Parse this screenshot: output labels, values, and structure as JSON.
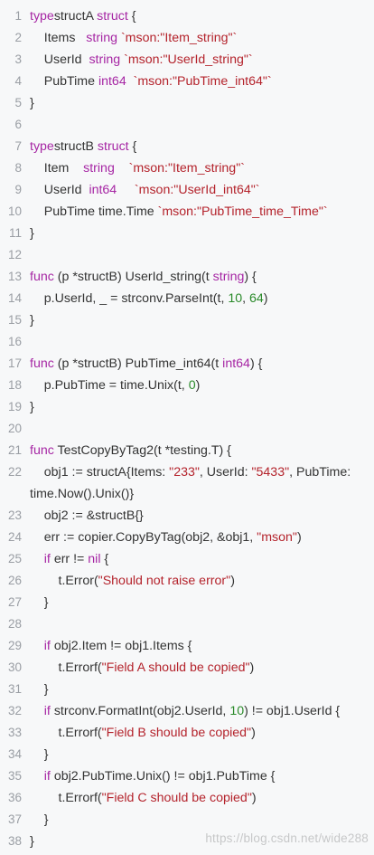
{
  "lines": [
    {
      "n": "1",
      "parts": [
        [
          "kw",
          "type"
        ],
        [
          "",
          "structA "
        ],
        [
          "kw",
          "struct"
        ],
        [
          "",
          " {"
        ]
      ]
    },
    {
      "n": "2",
      "parts": [
        [
          "",
          "    Items   "
        ],
        [
          "kw",
          "string"
        ],
        [
          "",
          " "
        ],
        [
          "str",
          "`mson:\"Item_string\"`"
        ]
      ]
    },
    {
      "n": "3",
      "parts": [
        [
          "",
          "    UserId  "
        ],
        [
          "kw",
          "string"
        ],
        [
          "",
          " "
        ],
        [
          "str",
          "`mson:\"UserId_string\"`"
        ]
      ]
    },
    {
      "n": "4",
      "parts": [
        [
          "",
          "    PubTime "
        ],
        [
          "kw",
          "int64"
        ],
        [
          "",
          "  "
        ],
        [
          "str",
          "`mson:\"PubTime_int64\"`"
        ]
      ]
    },
    {
      "n": "5",
      "parts": [
        [
          "",
          "}"
        ]
      ]
    },
    {
      "n": "6",
      "parts": []
    },
    {
      "n": "7",
      "parts": [
        [
          "kw",
          "type"
        ],
        [
          "",
          "structB "
        ],
        [
          "kw",
          "struct"
        ],
        [
          "",
          " {"
        ]
      ]
    },
    {
      "n": "8",
      "parts": [
        [
          "",
          "    Item    "
        ],
        [
          "kw",
          "string"
        ],
        [
          "",
          "    "
        ],
        [
          "str",
          "`mson:\"Item_string\"`"
        ]
      ]
    },
    {
      "n": "9",
      "parts": [
        [
          "",
          "    UserId  "
        ],
        [
          "kw",
          "int64"
        ],
        [
          "",
          "     "
        ],
        [
          "str",
          "`mson:\"UserId_int64\"`"
        ]
      ]
    },
    {
      "n": "10",
      "parts": [
        [
          "",
          "    PubTime time.Time "
        ],
        [
          "str",
          "`mson:\"PubTime_time_Time\"`"
        ]
      ]
    },
    {
      "n": "11",
      "parts": [
        [
          "",
          "}"
        ]
      ]
    },
    {
      "n": "12",
      "parts": []
    },
    {
      "n": "13",
      "parts": [
        [
          "kw",
          "func"
        ],
        [
          "",
          " (p *structB) UserId_string(t "
        ],
        [
          "kw",
          "string"
        ],
        [
          "",
          ") {"
        ]
      ]
    },
    {
      "n": "14",
      "parts": [
        [
          "",
          "    p.UserId, _ = strconv.ParseInt(t, "
        ],
        [
          "num",
          "10"
        ],
        [
          "",
          ", "
        ],
        [
          "num",
          "64"
        ],
        [
          "",
          ")"
        ]
      ]
    },
    {
      "n": "15",
      "parts": [
        [
          "",
          "}"
        ]
      ]
    },
    {
      "n": "16",
      "parts": []
    },
    {
      "n": "17",
      "parts": [
        [
          "kw",
          "func"
        ],
        [
          "",
          " (p *structB) PubTime_int64(t "
        ],
        [
          "kw",
          "int64"
        ],
        [
          "",
          ") {"
        ]
      ]
    },
    {
      "n": "18",
      "parts": [
        [
          "",
          "    p.PubTime = time.Unix(t, "
        ],
        [
          "num",
          "0"
        ],
        [
          "",
          ")"
        ]
      ]
    },
    {
      "n": "19",
      "parts": [
        [
          "",
          "}"
        ]
      ]
    },
    {
      "n": "20",
      "parts": []
    },
    {
      "n": "21",
      "parts": [
        [
          "kw",
          "func"
        ],
        [
          "",
          " TestCopyByTag2(t *testing.T) {"
        ]
      ]
    },
    {
      "n": "22",
      "wrap": true,
      "parts": [
        [
          "",
          "    obj1 := structA{Items: "
        ],
        [
          "str",
          "\"233\""
        ],
        [
          "",
          ", UserId: "
        ],
        [
          "str",
          "\"5433\""
        ],
        [
          "",
          ", PubTime: time.Now().Unix()}"
        ]
      ]
    },
    {
      "n": "23",
      "parts": [
        [
          "",
          "    obj2 := &structB{}"
        ]
      ]
    },
    {
      "n": "24",
      "parts": [
        [
          "",
          "    err := copier.CopyByTag(obj2, &obj1, "
        ],
        [
          "str",
          "\"mson\""
        ],
        [
          "",
          ")"
        ]
      ]
    },
    {
      "n": "25",
      "parts": [
        [
          "",
          "    "
        ],
        [
          "kw",
          "if"
        ],
        [
          "",
          " err != "
        ],
        [
          "kw",
          "nil"
        ],
        [
          "",
          " {"
        ]
      ]
    },
    {
      "n": "26",
      "parts": [
        [
          "",
          "        t.Error("
        ],
        [
          "str",
          "\"Should not raise error\""
        ],
        [
          "",
          ")"
        ]
      ]
    },
    {
      "n": "27",
      "parts": [
        [
          "",
          "    }"
        ]
      ]
    },
    {
      "n": "28",
      "parts": []
    },
    {
      "n": "29",
      "parts": [
        [
          "",
          "    "
        ],
        [
          "kw",
          "if"
        ],
        [
          "",
          " obj2.Item != obj1.Items {"
        ]
      ]
    },
    {
      "n": "30",
      "parts": [
        [
          "",
          "        t.Errorf("
        ],
        [
          "str",
          "\"Field A should be copied\""
        ],
        [
          "",
          ")"
        ]
      ]
    },
    {
      "n": "31",
      "parts": [
        [
          "",
          "    }"
        ]
      ]
    },
    {
      "n": "32",
      "parts": [
        [
          "",
          "    "
        ],
        [
          "kw",
          "if"
        ],
        [
          "",
          " strconv.FormatInt(obj2.UserId, "
        ],
        [
          "num",
          "10"
        ],
        [
          "",
          ") != obj1.UserId {"
        ]
      ]
    },
    {
      "n": "33",
      "parts": [
        [
          "",
          "        t.Errorf("
        ],
        [
          "str",
          "\"Field B should be copied\""
        ],
        [
          "",
          ")"
        ]
      ]
    },
    {
      "n": "34",
      "parts": [
        [
          "",
          "    }"
        ]
      ]
    },
    {
      "n": "35",
      "parts": [
        [
          "",
          "    "
        ],
        [
          "kw",
          "if"
        ],
        [
          "",
          " obj2.PubTime.Unix() != obj1.PubTime {"
        ]
      ]
    },
    {
      "n": "36",
      "parts": [
        [
          "",
          "        t.Errorf("
        ],
        [
          "str",
          "\"Field C should be copied\""
        ],
        [
          "",
          ")"
        ]
      ]
    },
    {
      "n": "37",
      "parts": [
        [
          "",
          "    }"
        ]
      ]
    },
    {
      "n": "38",
      "parts": [
        [
          "",
          "}"
        ]
      ]
    }
  ],
  "watermark": "https://blog.csdn.net/wide288"
}
